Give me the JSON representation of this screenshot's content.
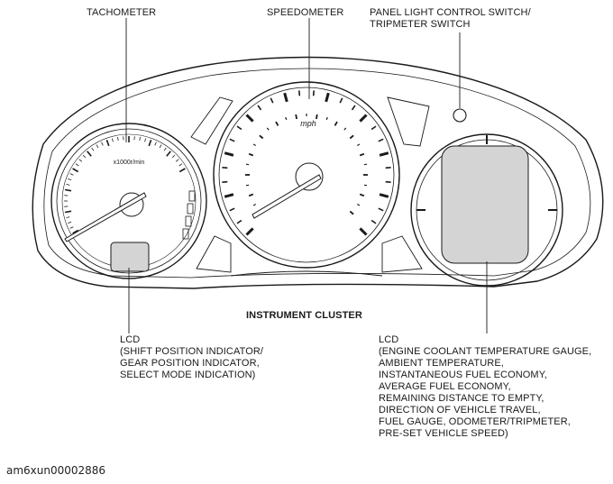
{
  "labels": {
    "tachometer": "TACHOMETER",
    "speedometer": "SPEEDOMETER",
    "panel_switch": [
      "PANEL LIGHT CONTROL SWITCH/",
      "TRIPMETER SWITCH"
    ],
    "cluster": "INSTRUMENT CLUSTER",
    "lcd_left": [
      "LCD",
      "(SHIFT POSITION INDICATOR/",
      "GEAR POSITION INDICATOR,",
      "SELECT MODE INDICATION)"
    ],
    "lcd_right": [
      "LCD",
      "(ENGINE COOLANT TEMPERATURE GAUGE,",
      "AMBIENT TEMPERATURE,",
      "INSTANTANEOUS FUEL ECONOMY,",
      "AVERAGE FUEL ECONOMY,",
      "REMAINING DISTANCE TO EMPTY,",
      "DIRECTION OF VEHICLE TRAVEL,",
      "FUEL GAUGE, ODOMETER/TRIPMETER,",
      "PRE-SET VEHICLE SPEED)"
    ]
  },
  "dial_text": {
    "tach_unit": "x1000r/min",
    "speed_unit": "mph"
  },
  "doc_id": "am6xun00002886",
  "colors": {
    "line": "#1a1a1a",
    "lcd_fill": "#d4d4d4"
  }
}
